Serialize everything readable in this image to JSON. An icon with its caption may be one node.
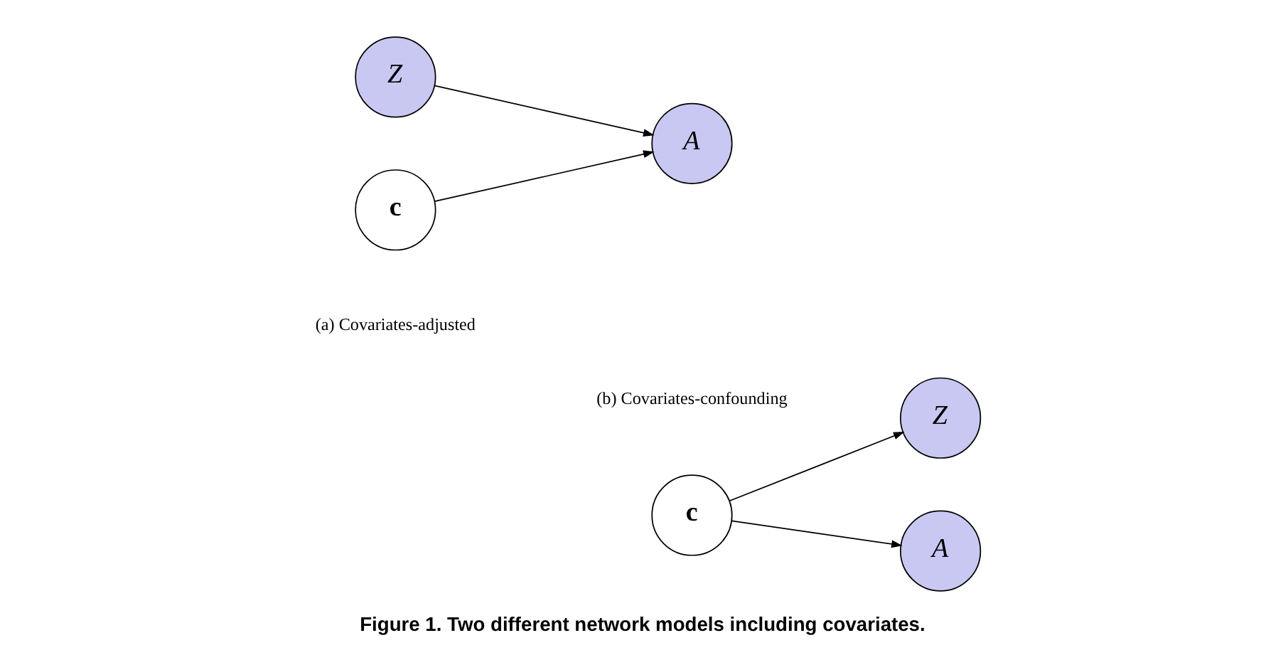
{
  "diagram": {
    "caption": "Figure 1. Two different network models including covariates.",
    "nodes": [
      {
        "text": [
          "Z"
        ]
      },
      {
        "text": [
          "A"
        ]
      },
      {
        "text": [
          "c"
        ]
      },
      {
        "text": [
          "c"
        ]
      },
      {
        "text": [
          "A"
        ]
      },
      {
        "text": [
          "Z"
        ]
      }
    ],
    "edges": [
      {
        "from": 0,
        "to": 1,
        "arrow": "to"
      },
      {
        "from": 2,
        "to": 1,
        "arrow": "to"
      },
      {
        "from": 3,
        "to": 4,
        "arrow": "to"
      },
      {
        "from": 3,
        "to": 5,
        "arrow": "to"
      }
    ],
    "labels": [
      "(a) Covariates-adjusted",
      "(b) Covariates-confounding"
    ]
  }
}
